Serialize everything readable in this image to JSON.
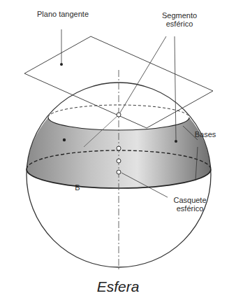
{
  "diagram": {
    "caption": "Esfera",
    "labels": [
      "Plano tangente",
      "Segmento esférico",
      "Bases",
      "Casquete esférico",
      "B"
    ]
  }
}
